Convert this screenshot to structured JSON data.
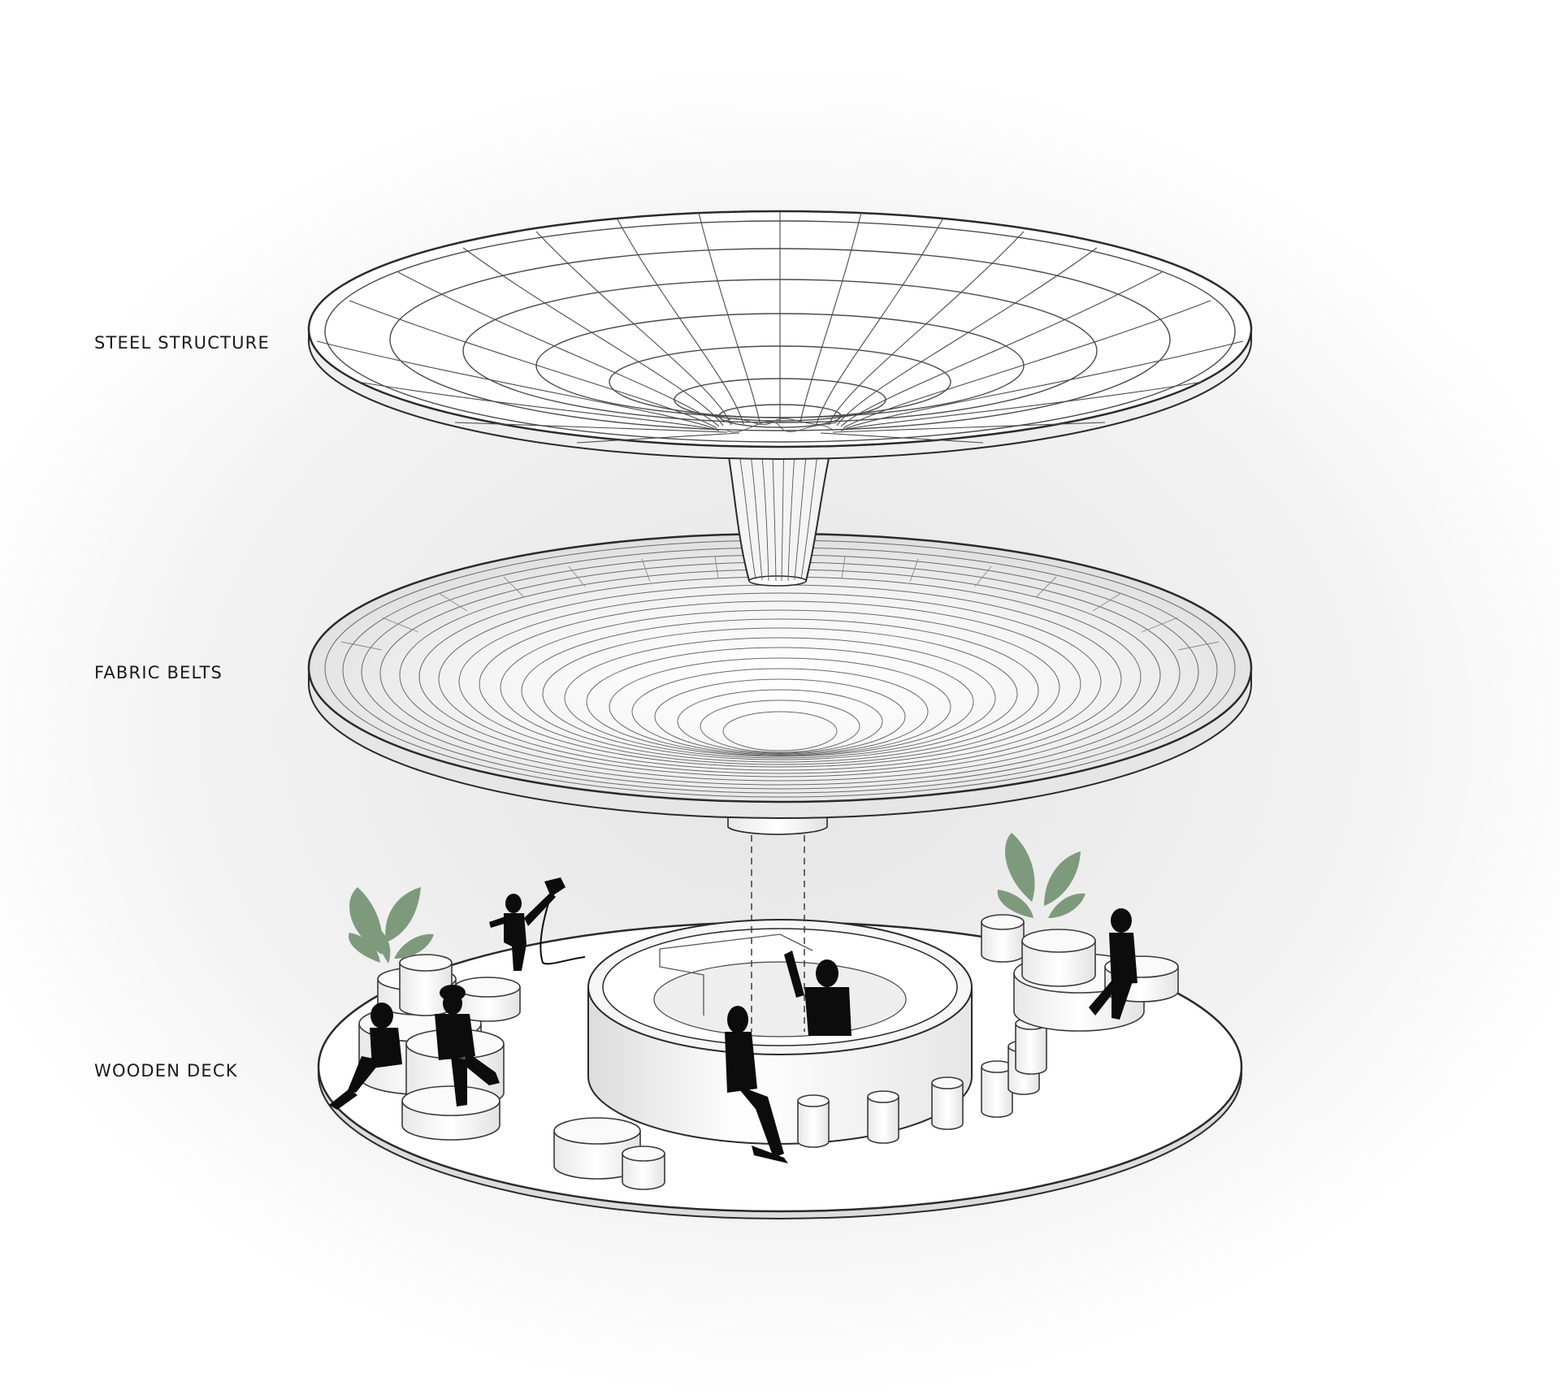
{
  "labels": {
    "steel": "STEEL STRUCTURE",
    "fabric": "FABRIC BELTS",
    "deck": "WOODEN DECK"
  },
  "colors": {
    "line": "#2a2a2a",
    "grid": "#5a5a5a",
    "fill": "#ffffff",
    "shade": "#eeeeee",
    "silhouette": "#0c0c0c",
    "plant": "#7e9a7d",
    "halo": "#e3e3e3"
  },
  "icons": [
    "steel-canopy-icon",
    "fabric-belt-disc-icon",
    "wooden-deck-icon",
    "person-silhouette-icon",
    "plant-icon"
  ]
}
